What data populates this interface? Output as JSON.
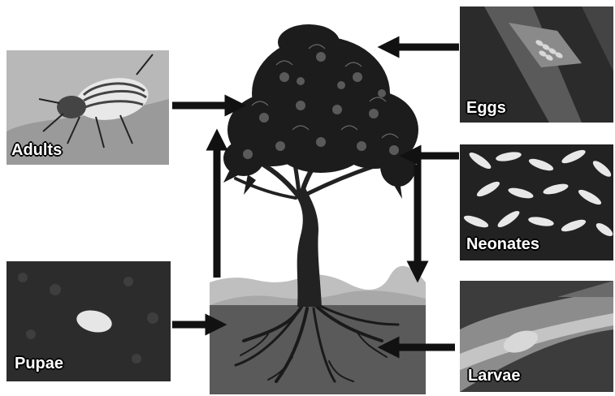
{
  "stages": {
    "eggs": "Eggs",
    "neonates": "Neonates",
    "larvae": "Larvae",
    "pupae": "Pupae",
    "adults": "Adults"
  },
  "colors": {
    "ink": "#111111",
    "sky": "#cfcfcf",
    "soil": "#555555",
    "hill": "#bdbdbd"
  }
}
